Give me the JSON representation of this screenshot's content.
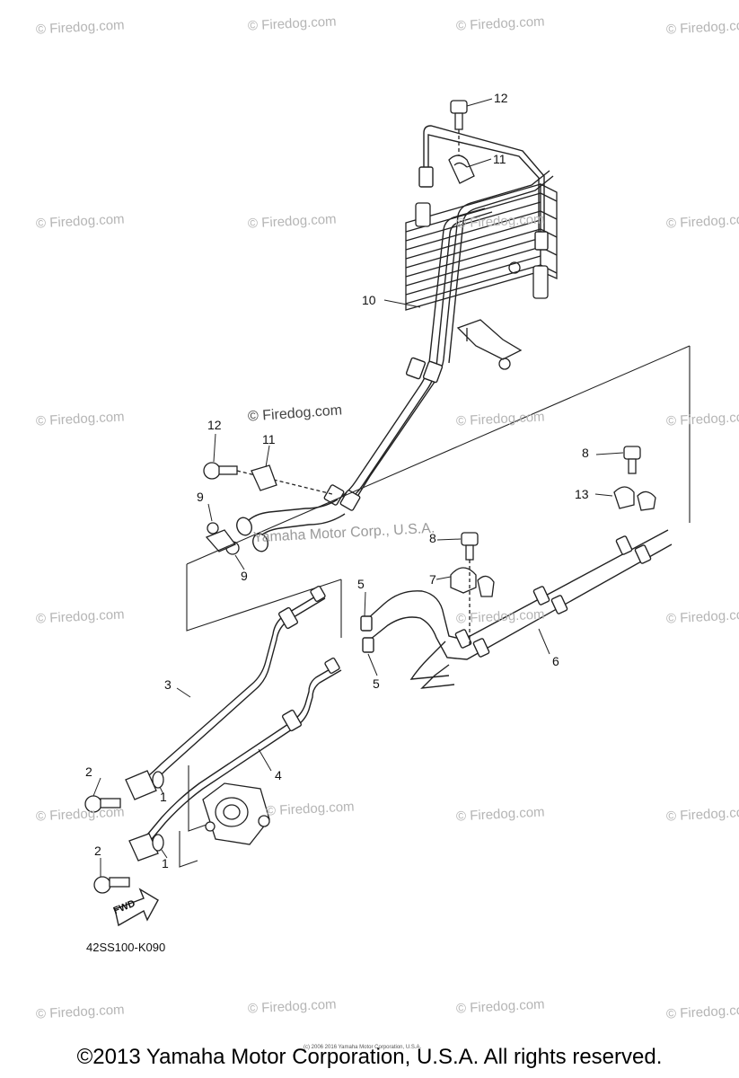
{
  "watermark": "© Firedog.com",
  "watermark_main": "© Firedog.com",
  "watermark_trademark": "Yamaha Motor Corp., U.S.A.",
  "callouts": {
    "c1a": "1",
    "c1b": "1",
    "c2a": "2",
    "c2b": "2",
    "c3": "3",
    "c4": "4",
    "c5a": "5",
    "c5b": "5",
    "c6": "6",
    "c7": "7",
    "c8a": "8",
    "c8b": "8",
    "c9a": "9",
    "c9b": "9",
    "c10": "10",
    "c11a": "11",
    "c11b": "11",
    "c12a": "12",
    "c12b": "12",
    "c13": "13"
  },
  "direction_label": "FWD",
  "diagram_code": "42SS100-K090",
  "small_print": "(c) 2006 2016 Yamaha Motor Corporation, U.S.A.",
  "footer_copyright": "©2013 Yamaha Motor Corporation, U.S.A. All rights reserved."
}
